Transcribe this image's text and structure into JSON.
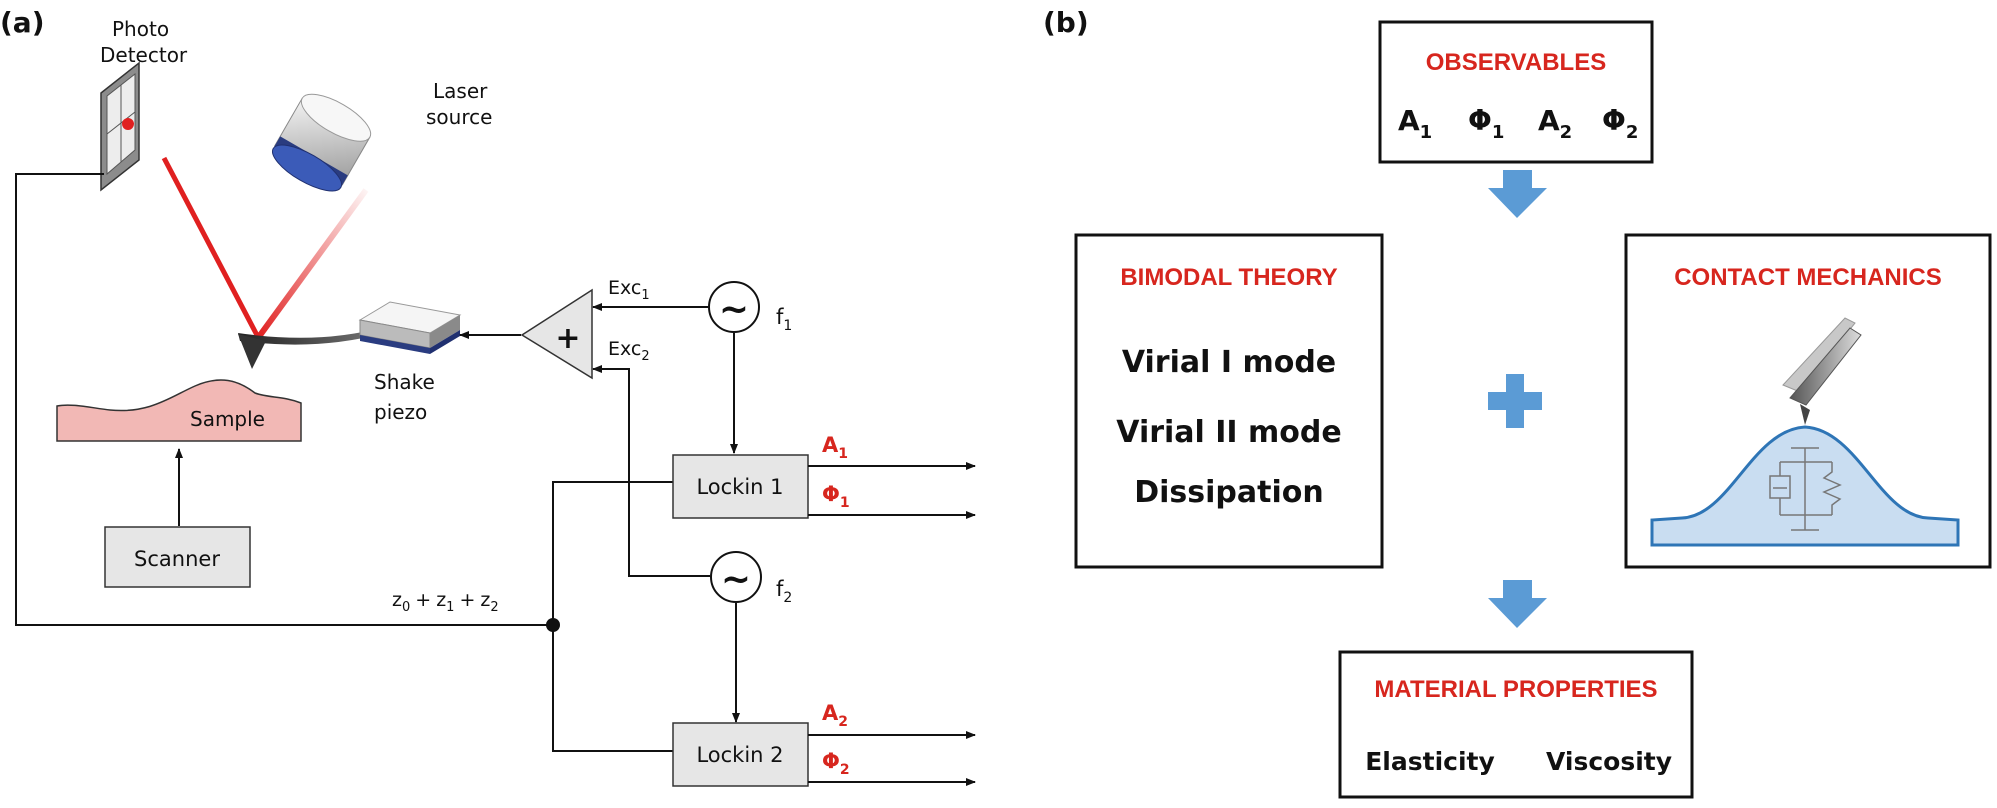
{
  "panel_a": {
    "tag": "(a)",
    "photo_detector": [
      "Photo",
      "Detector"
    ],
    "laser_source": [
      "Laser",
      "source"
    ],
    "sample": "Sample",
    "shake_piezo": [
      "Shake",
      "piezo"
    ],
    "scanner": "Scanner",
    "sum_symbol": "+",
    "exc1": {
      "base": "Exc",
      "sub": "1"
    },
    "exc2": {
      "base": "Exc",
      "sub": "2"
    },
    "osc_symbol": "~",
    "f1": {
      "base": "f",
      "sub": "1"
    },
    "f2": {
      "base": "f",
      "sub": "2"
    },
    "lockin1": "Lockin 1",
    "lockin2": "Lockin 2",
    "a1": {
      "base": "A",
      "sub": "1"
    },
    "phi1": {
      "base": "Φ",
      "sub": "1"
    },
    "a2": {
      "base": "A",
      "sub": "2"
    },
    "phi2": {
      "base": "Φ",
      "sub": "2"
    },
    "z_sum": {
      "z0": "z",
      "s0": "0",
      "z1": "z",
      "s1": "1",
      "z2": "z",
      "s2": "2",
      "plus": "+"
    },
    "colors": {
      "signal_red": "#d7261e",
      "laser": "#e02020",
      "sample_fill": "#f2b8b5",
      "box_fill": "#e6e6e6"
    }
  },
  "panel_b": {
    "tag": "(b)",
    "observables": {
      "title": "OBSERVABLES",
      "items": [
        {
          "base": "A",
          "sub": "1"
        },
        {
          "base": "Φ",
          "sub": "1"
        },
        {
          "base": "A",
          "sub": "2"
        },
        {
          "base": "Φ",
          "sub": "2"
        }
      ]
    },
    "bimodal": {
      "title": "BIMODAL THEORY",
      "lines": [
        "Virial I mode",
        "Virial II mode",
        "Dissipation"
      ]
    },
    "plus_symbol": "+",
    "contact": {
      "title": "CONTACT MECHANICS"
    },
    "material": {
      "title": "MATERIAL PROPERTIES",
      "items": [
        "Elasticity",
        "Viscosity"
      ]
    },
    "colors": {
      "title_red": "#d7261e",
      "arrow_blue": "#5b9bd5",
      "contact_fill": "#c9ddf1",
      "contact_stroke": "#2e75b6"
    }
  }
}
